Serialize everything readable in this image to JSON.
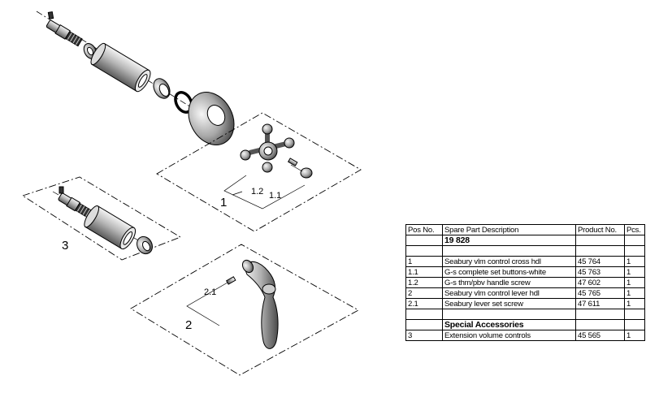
{
  "callouts": {
    "group1": "1",
    "group2": "2",
    "group3": "3",
    "item_1_1": "1.1",
    "item_1_2": "1.2",
    "item_2_1": "2.1"
  },
  "table": {
    "headers": [
      "Pos No.",
      "Spare Part Description",
      "Product No.",
      "Pcs."
    ],
    "article": "19 828",
    "rows": [
      [
        "1",
        "Seabury vlm control cross hdl",
        "45 764",
        "1"
      ],
      [
        "1.1",
        "G-s complete set buttons-white",
        "45 763",
        "1"
      ],
      [
        "1.2",
        "G-s thm/pbv handle screw",
        "47 602",
        "1"
      ],
      [
        "2",
        "Seabury vlm control lever hdl",
        "45 765",
        "1"
      ],
      [
        "2.1",
        "Seabury lever set screw",
        "47 611",
        "1"
      ]
    ],
    "special_heading": "Special Accessories",
    "accessory_row": [
      "3",
      "Extension volume controls",
      "45 565",
      "1"
    ]
  }
}
